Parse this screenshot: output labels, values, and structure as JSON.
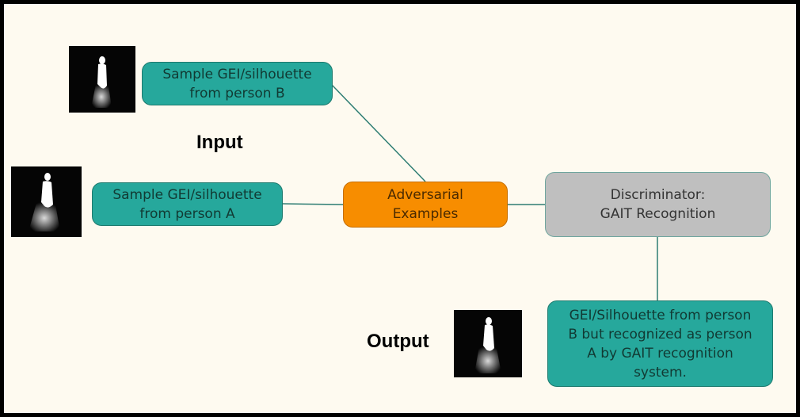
{
  "diagram": {
    "labels": {
      "input": "Input",
      "output": "Output"
    },
    "nodes": {
      "sample_b": {
        "text": "Sample GEI/silhouette\nfrom person B"
      },
      "sample_a": {
        "text": "Sample GEI/silhouette\nfrom person A"
      },
      "adversarial": {
        "text": "Adversarial\nExamples"
      },
      "discriminator": {
        "text": "Discriminator:\nGAIT Recognition"
      },
      "result": {
        "text": "GEI/Silhouette from person\nB but recognized as person\nA by GAIT recognition\nsystem."
      }
    },
    "colors": {
      "teal_box": "#26a89c",
      "orange_box": "#f78d00",
      "gray_box": "#bfbfbf",
      "connector": "#2e7d73",
      "background": "#fefaf0",
      "frame": "#000000"
    },
    "images": [
      {
        "name": "gei-silhouette-person-b",
        "depicts": "white walking silhouette on black"
      },
      {
        "name": "gei-silhouette-person-a",
        "depicts": "white walking silhouette on black"
      },
      {
        "name": "gei-silhouette-output",
        "depicts": "white walking silhouette on black"
      }
    ]
  }
}
